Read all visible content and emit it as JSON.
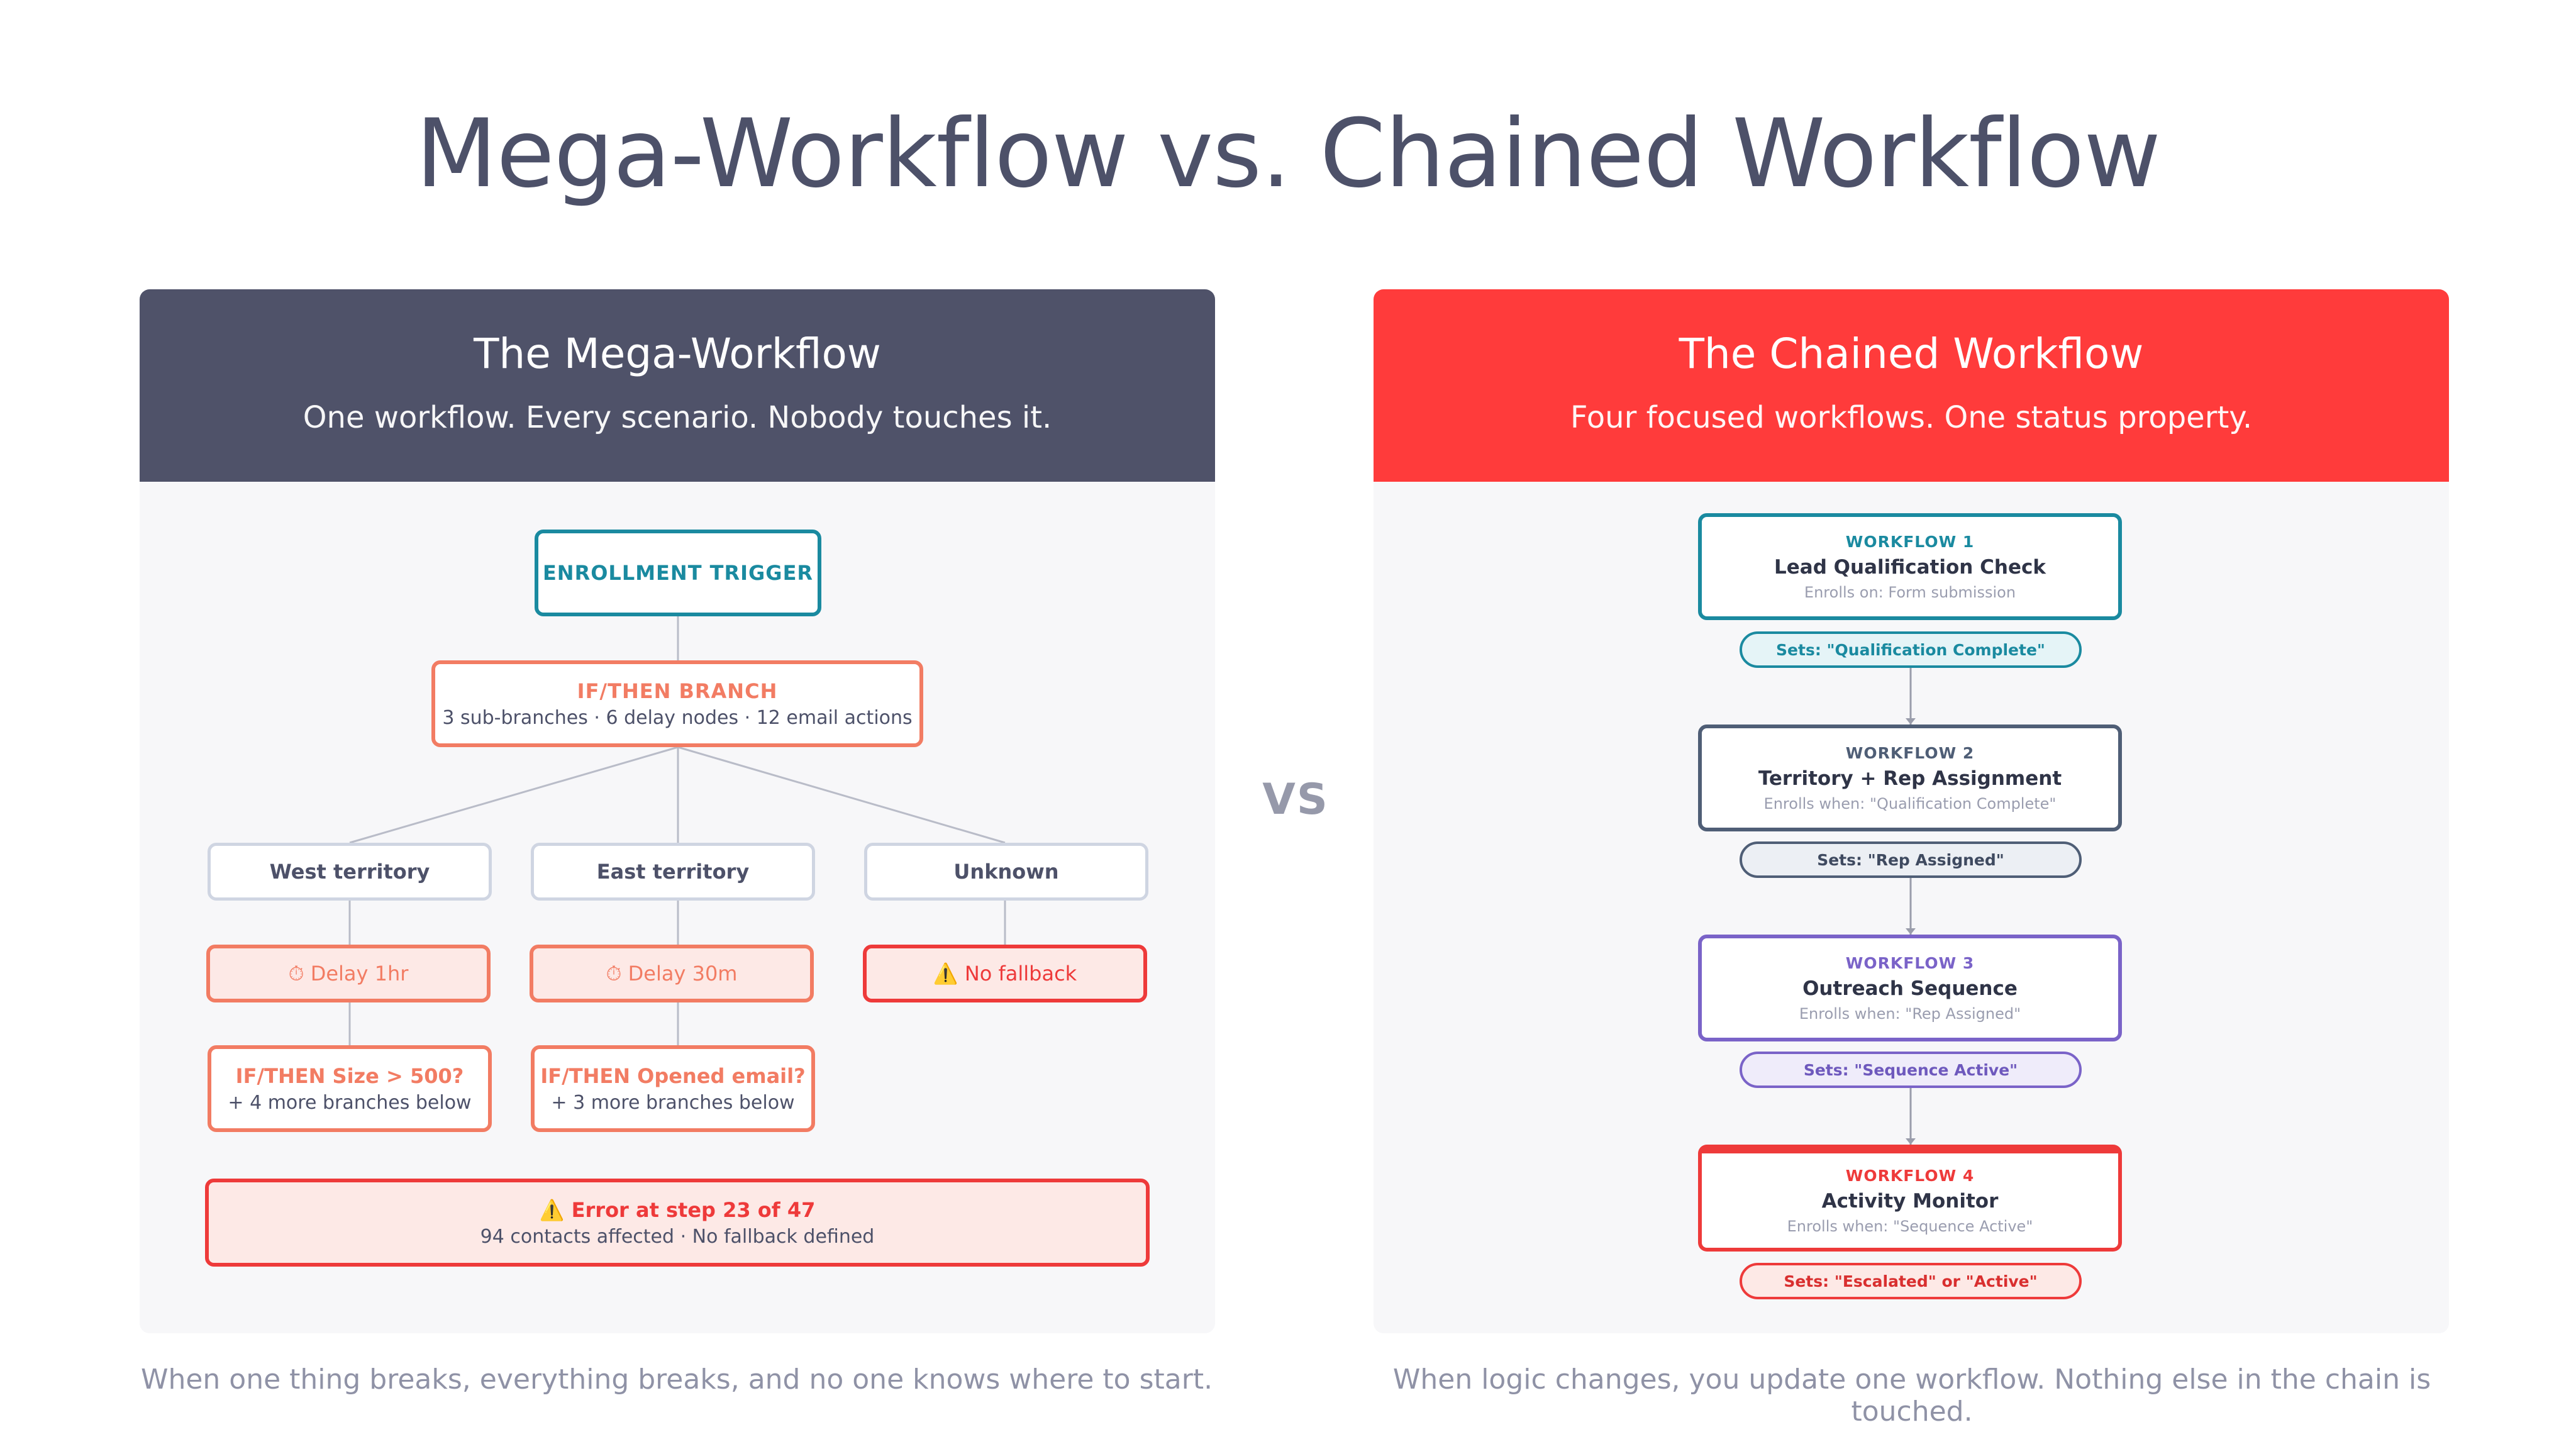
{
  "title": "Mega-Workflow vs. Chained Workflow",
  "vs": "VS",
  "left": {
    "title": "The Mega-Workflow",
    "subtitle": "One workflow. Every scenario. Nobody touches it.",
    "trigger": "ENROLLMENT TRIGGER",
    "branch": {
      "label": "IF/THEN BRANCH",
      "detail": "3 sub-branches · 6 delay nodes · 12 email actions"
    },
    "territories": [
      "West territory",
      "East territory",
      "Unknown"
    ],
    "delays": [
      "⏱ Delay 1hr",
      "⏱ Delay 30m"
    ],
    "no_fallback": "⚠️ No fallback",
    "ifthen": [
      {
        "label": "IF/THEN Size > 500?",
        "detail": "+ 4 more branches below"
      },
      {
        "label": "IF/THEN Opened email?",
        "detail": "+ 3 more branches below"
      }
    ],
    "error": {
      "label": "⚠️ Error at step 23 of 47",
      "detail": "94 contacts affected · No fallback defined"
    },
    "caption": "When one thing breaks, everything breaks, and no one knows where to start."
  },
  "right": {
    "title": "The Chained Workflow",
    "subtitle": "Four focused workflows. One status property.",
    "workflows": [
      {
        "label": "WORKFLOW 1",
        "name": "Lead Qualification Check",
        "enroll": "Enrolls on: Form submission",
        "sets": "Sets: \"Qualification Complete\""
      },
      {
        "label": "WORKFLOW 2",
        "name": "Territory + Rep Assignment",
        "enroll": "Enrolls when: \"Qualification Complete\"",
        "sets": "Sets: \"Rep Assigned\""
      },
      {
        "label": "WORKFLOW 3",
        "name": "Outreach Sequence",
        "enroll": "Enrolls when: \"Rep Assigned\"",
        "sets": "Sets: \"Sequence Active\""
      },
      {
        "label": "WORKFLOW 4",
        "name": "Activity Monitor",
        "enroll": "Enrolls when: \"Sequence Active\"",
        "sets": "Sets: \"Escalated\" or \"Active\""
      }
    ],
    "caption": "When logic changes, you update one workflow. Nothing else in the chain is touched."
  },
  "colors": {
    "dark_header": "#4f5269",
    "red_header": "#ff3b3b",
    "teal": "#1a8aa0",
    "coral": "#f27c63",
    "error_red": "#ee3a3a",
    "slate": "#4f5e76",
    "purple": "#7a63c8"
  }
}
